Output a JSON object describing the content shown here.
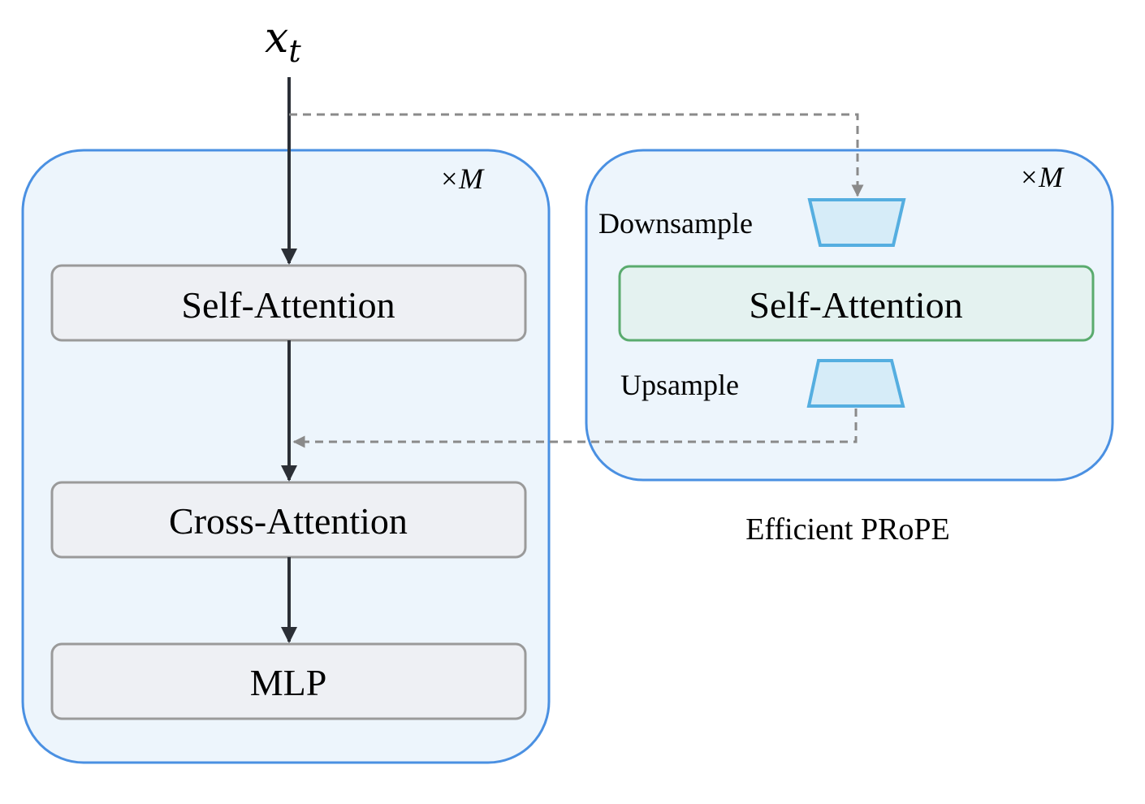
{
  "input": {
    "symbol": "x",
    "subscript": "t"
  },
  "left_block": {
    "repeat": "×M",
    "layers": [
      "Self-Attention",
      "Cross-Attention",
      "MLP"
    ]
  },
  "right_block": {
    "repeat": "×M",
    "downsample_label": "Downsample",
    "attention_label": "Self-Attention",
    "upsample_label": "Upsample",
    "caption": "Efficient PRoPE"
  },
  "colors": {
    "block_fill": "#edf5fc",
    "block_border": "#4a90e2",
    "layer_fill": "#eef0f4",
    "layer_border": "#9a9a9a",
    "prope_fill": "#e4f2f0",
    "prope_border": "#5aab6e",
    "sampler_fill": "#d6ecf8",
    "sampler_border": "#55aee0",
    "main_arrow": "#2b2f36",
    "dashed_arrow": "#8a8a8a"
  }
}
